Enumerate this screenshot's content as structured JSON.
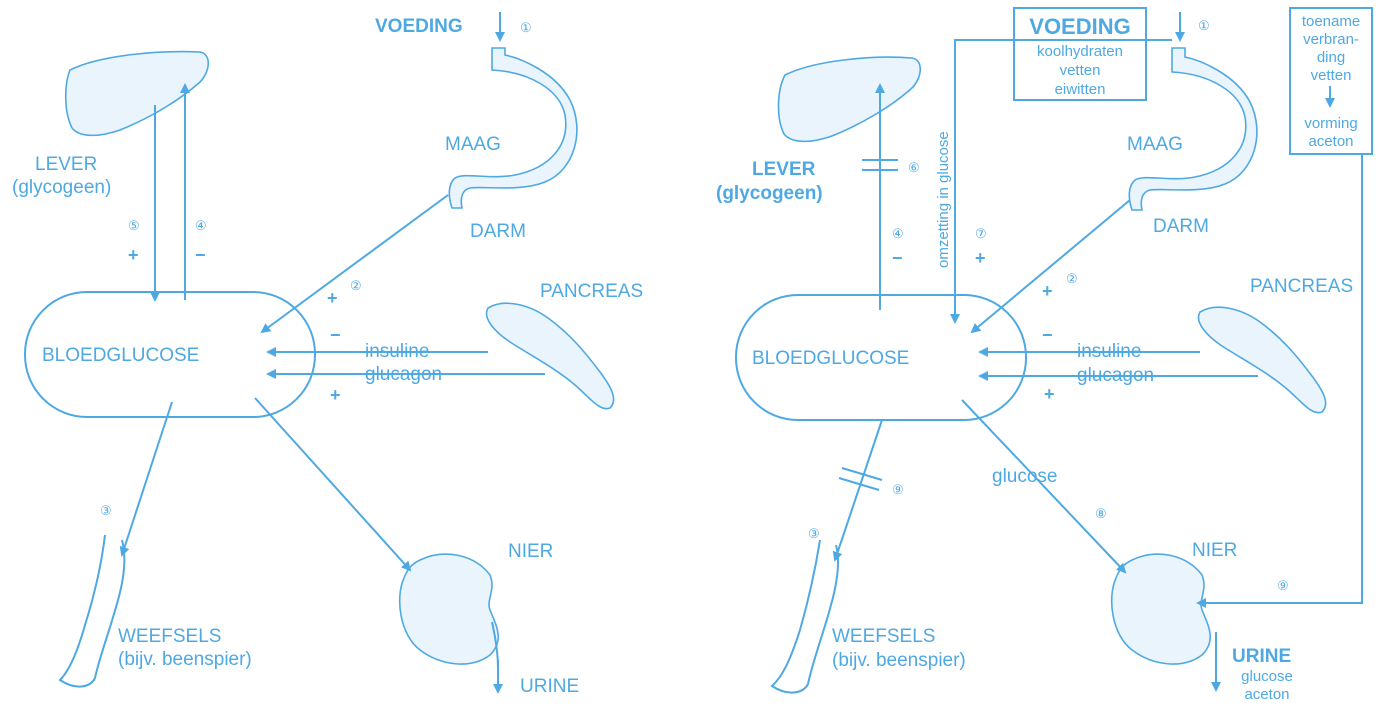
{
  "left": {
    "voeding": "VOEDING",
    "n1": "①",
    "maag": "MAAG",
    "darm": "DARM",
    "lever": "LEVER",
    "lever_sub": "(glycogeen)",
    "n5": "⑤",
    "n4": "④",
    "n2": "②",
    "n3": "③",
    "plus": "+",
    "minus": "−",
    "bloedglucose": "BLOEDGLUCOSE",
    "pancreas": "PANCREAS",
    "insuline": "insuline",
    "glucagon": "glucagon",
    "nier": "NIER",
    "urine": "URINE",
    "weefsels": "WEEFSELS",
    "weefsels_sub": "(bijv. beenspier)"
  },
  "right": {
    "voeding": "VOEDING",
    "voeding_items": [
      "koolhydraten",
      "vetten",
      "eiwitten"
    ],
    "n1": "①",
    "toename": [
      "toename",
      "verbran-",
      "ding",
      "vetten"
    ],
    "vorming": [
      "vorming",
      "aceton"
    ],
    "maag": "MAAG",
    "darm": "DARM",
    "lever": "LEVER",
    "lever_sub": "(glycogeen)",
    "n6": "⑥",
    "n4": "④",
    "n7": "⑦",
    "n2": "②",
    "n3": "③",
    "n8": "⑧",
    "n9": "⑨",
    "omzetting": "omzetting in glucose",
    "plus": "+",
    "minus": "−",
    "bloedglucose": "BLOEDGLUCOSE",
    "pancreas": "PANCREAS",
    "insuline": "insuline",
    "glucagon": "glucagon",
    "glucose": "glucose",
    "nier": "NIER",
    "urine": "URINE",
    "urine_sub": [
      "glucose",
      "aceton"
    ],
    "weefsels": "WEEFSELS",
    "weefsels_sub": "(bijv. beenspier)"
  },
  "colors": {
    "diagram_blue": "#4ea9e3",
    "organ_fill": "#e9f4fc"
  }
}
